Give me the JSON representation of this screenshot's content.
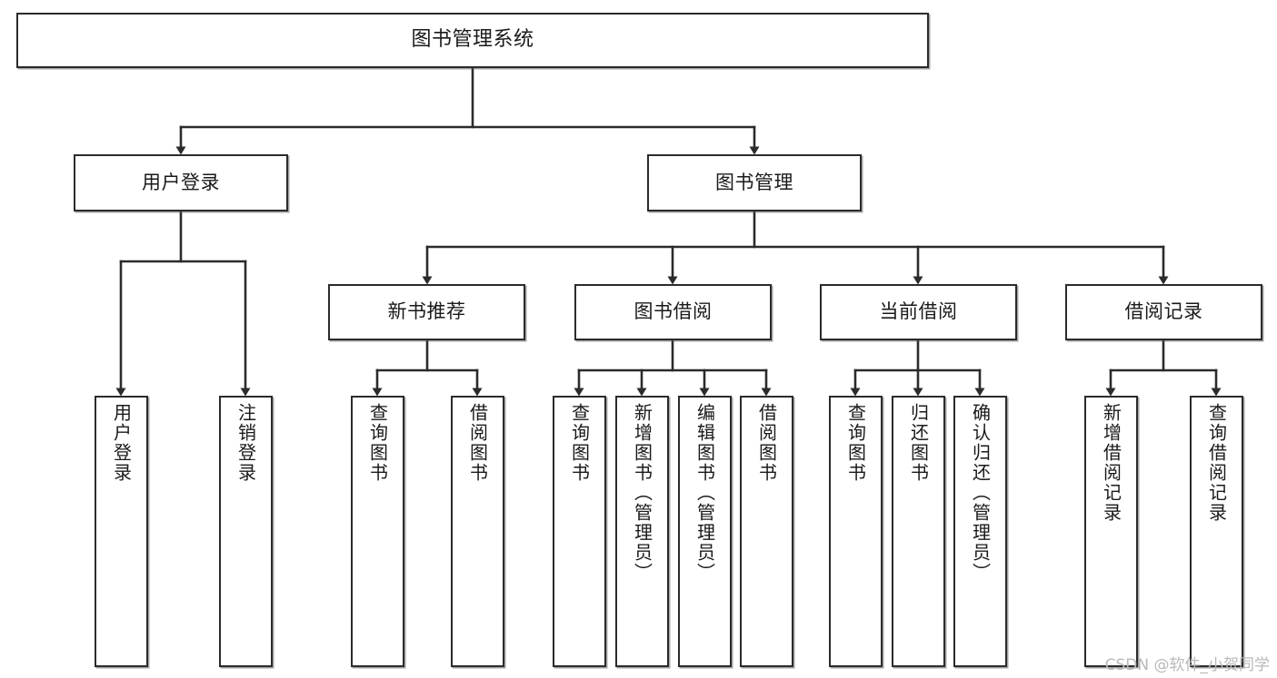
{
  "diagram": {
    "type": "tree-hierarchy",
    "title": "图书管理系统",
    "orientation": "top-down",
    "colors": {
      "box_border": "#2b2b2b",
      "box_fill": "#ffffff",
      "connector": "#2b2b2b",
      "text": "#1a1a1a",
      "watermark": "#b9b9b9",
      "background": "#ffffff"
    },
    "watermark": "CSDN @软件_小贺同学"
  },
  "nodes": {
    "root": {
      "label": "图书管理系统"
    },
    "tier1": [
      {
        "label": "用户登录"
      },
      {
        "label": "图书管理"
      }
    ],
    "tier2": [
      {
        "label": "新书推荐"
      },
      {
        "label": "图书借阅"
      },
      {
        "label": "当前借阅"
      },
      {
        "label": "借阅记录"
      }
    ],
    "leaves": [
      {
        "label": "用户登录"
      },
      {
        "label": "注销登录"
      },
      {
        "label": "查询图书"
      },
      {
        "label": "借阅图书"
      },
      {
        "label": "查询图书"
      },
      {
        "label": "新增图书（管理员）"
      },
      {
        "label": "编辑图书（管理员）"
      },
      {
        "label": "借阅图书"
      },
      {
        "label": "查询图书"
      },
      {
        "label": "归还图书"
      },
      {
        "label": "确认归还（管理员）"
      },
      {
        "label": "新增借阅记录"
      },
      {
        "label": "查询借阅记录"
      }
    ]
  }
}
